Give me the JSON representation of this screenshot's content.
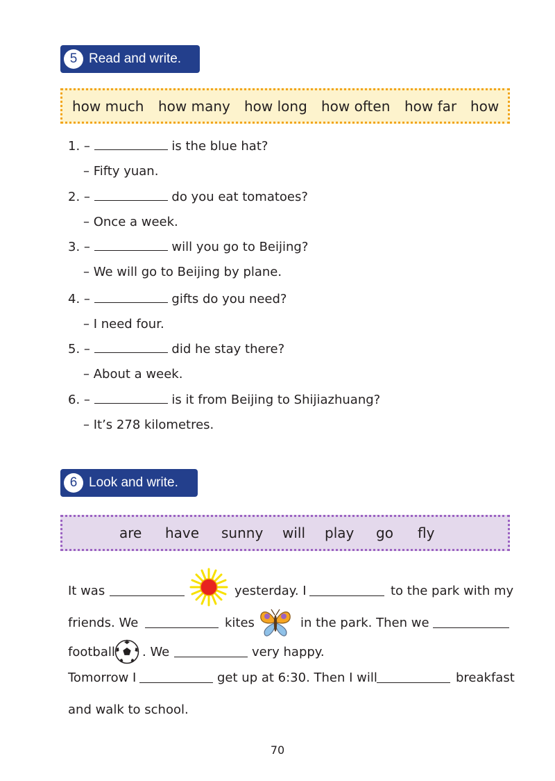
{
  "section5": {
    "number": "5",
    "title": "Read and write.",
    "words": [
      "how much",
      "how many",
      "how long",
      "how often",
      "how far",
      "how"
    ],
    "items": [
      {
        "num": "1.",
        "dash": "–",
        "question": "is the blue hat?",
        "answer": "– Fifty yuan."
      },
      {
        "num": "2.",
        "dash": "–",
        "question": "do you eat tomatoes?",
        "answer": "– Once a week."
      },
      {
        "num": "3.",
        "dash": "–",
        "question": "will you go to Beijing?",
        "answer": "– We will go to Beijing by plane."
      },
      {
        "num": "4.",
        "dash": "–",
        "question": "gifts do you need?",
        "answer": "– I need four."
      },
      {
        "num": "5.",
        "dash": "–",
        "question": "did he stay there?",
        "answer": "– About a week."
      },
      {
        "num": "6.",
        "dash": "–",
        "question": "is it from Beijing to Shijiazhuang?",
        "answer": "– It’s 278 kilometres."
      }
    ]
  },
  "section6": {
    "number": "6",
    "title": "Look and write.",
    "words": [
      "are",
      "have",
      "sunny",
      "will",
      "play",
      "go",
      "fly"
    ],
    "passage": {
      "l1a": "It was",
      "l1b": "yesterday. I",
      "l1c": "to the park with my",
      "l2a": "friends. We",
      "l2b": "kites",
      "l2c": "in the park. Then we",
      "l3a": "football",
      "l3b": ". We",
      "l3c": "very happy.",
      "l4a": "Tomorrow I",
      "l4b": "get up at 6:30. Then I will",
      "l4c": "breakfast",
      "l5": "and walk to school."
    },
    "pictures": [
      "sun-icon",
      "butterfly-kite-icon",
      "football-icon"
    ]
  },
  "page_number": "70",
  "colors": {
    "header": "#233f8c",
    "box5_border": "#f2a51c",
    "box5_fill": "#fdf3cd",
    "box6_border": "#9b62c2",
    "box6_fill": "#e4d9ec",
    "sun": "#e8231f",
    "sun_rays": "#f7e000"
  }
}
